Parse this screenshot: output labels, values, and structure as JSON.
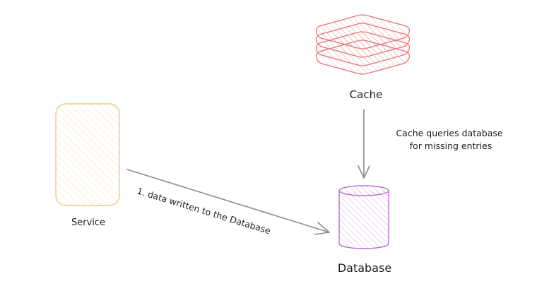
{
  "nodes": {
    "service": {
      "label": "Service"
    },
    "cache": {
      "label": "Cache"
    },
    "database": {
      "label": "Database"
    }
  },
  "edges": {
    "service_to_database": {
      "label": "1. data written to the Database"
    },
    "cache_to_database": {
      "label_lines": [
        "Cache queries database",
        "for missing entries"
      ]
    }
  },
  "colors": {
    "service_fill": "#fff3d6",
    "service_stroke": "#f5c77e",
    "cache_fill": "#ffe3e3",
    "cache_stroke": "#e57373",
    "database_fill": "#f3d9fa",
    "database_stroke": "#b86bd0",
    "arrow_stroke": "#868e96",
    "text": "#1e1e1e"
  }
}
